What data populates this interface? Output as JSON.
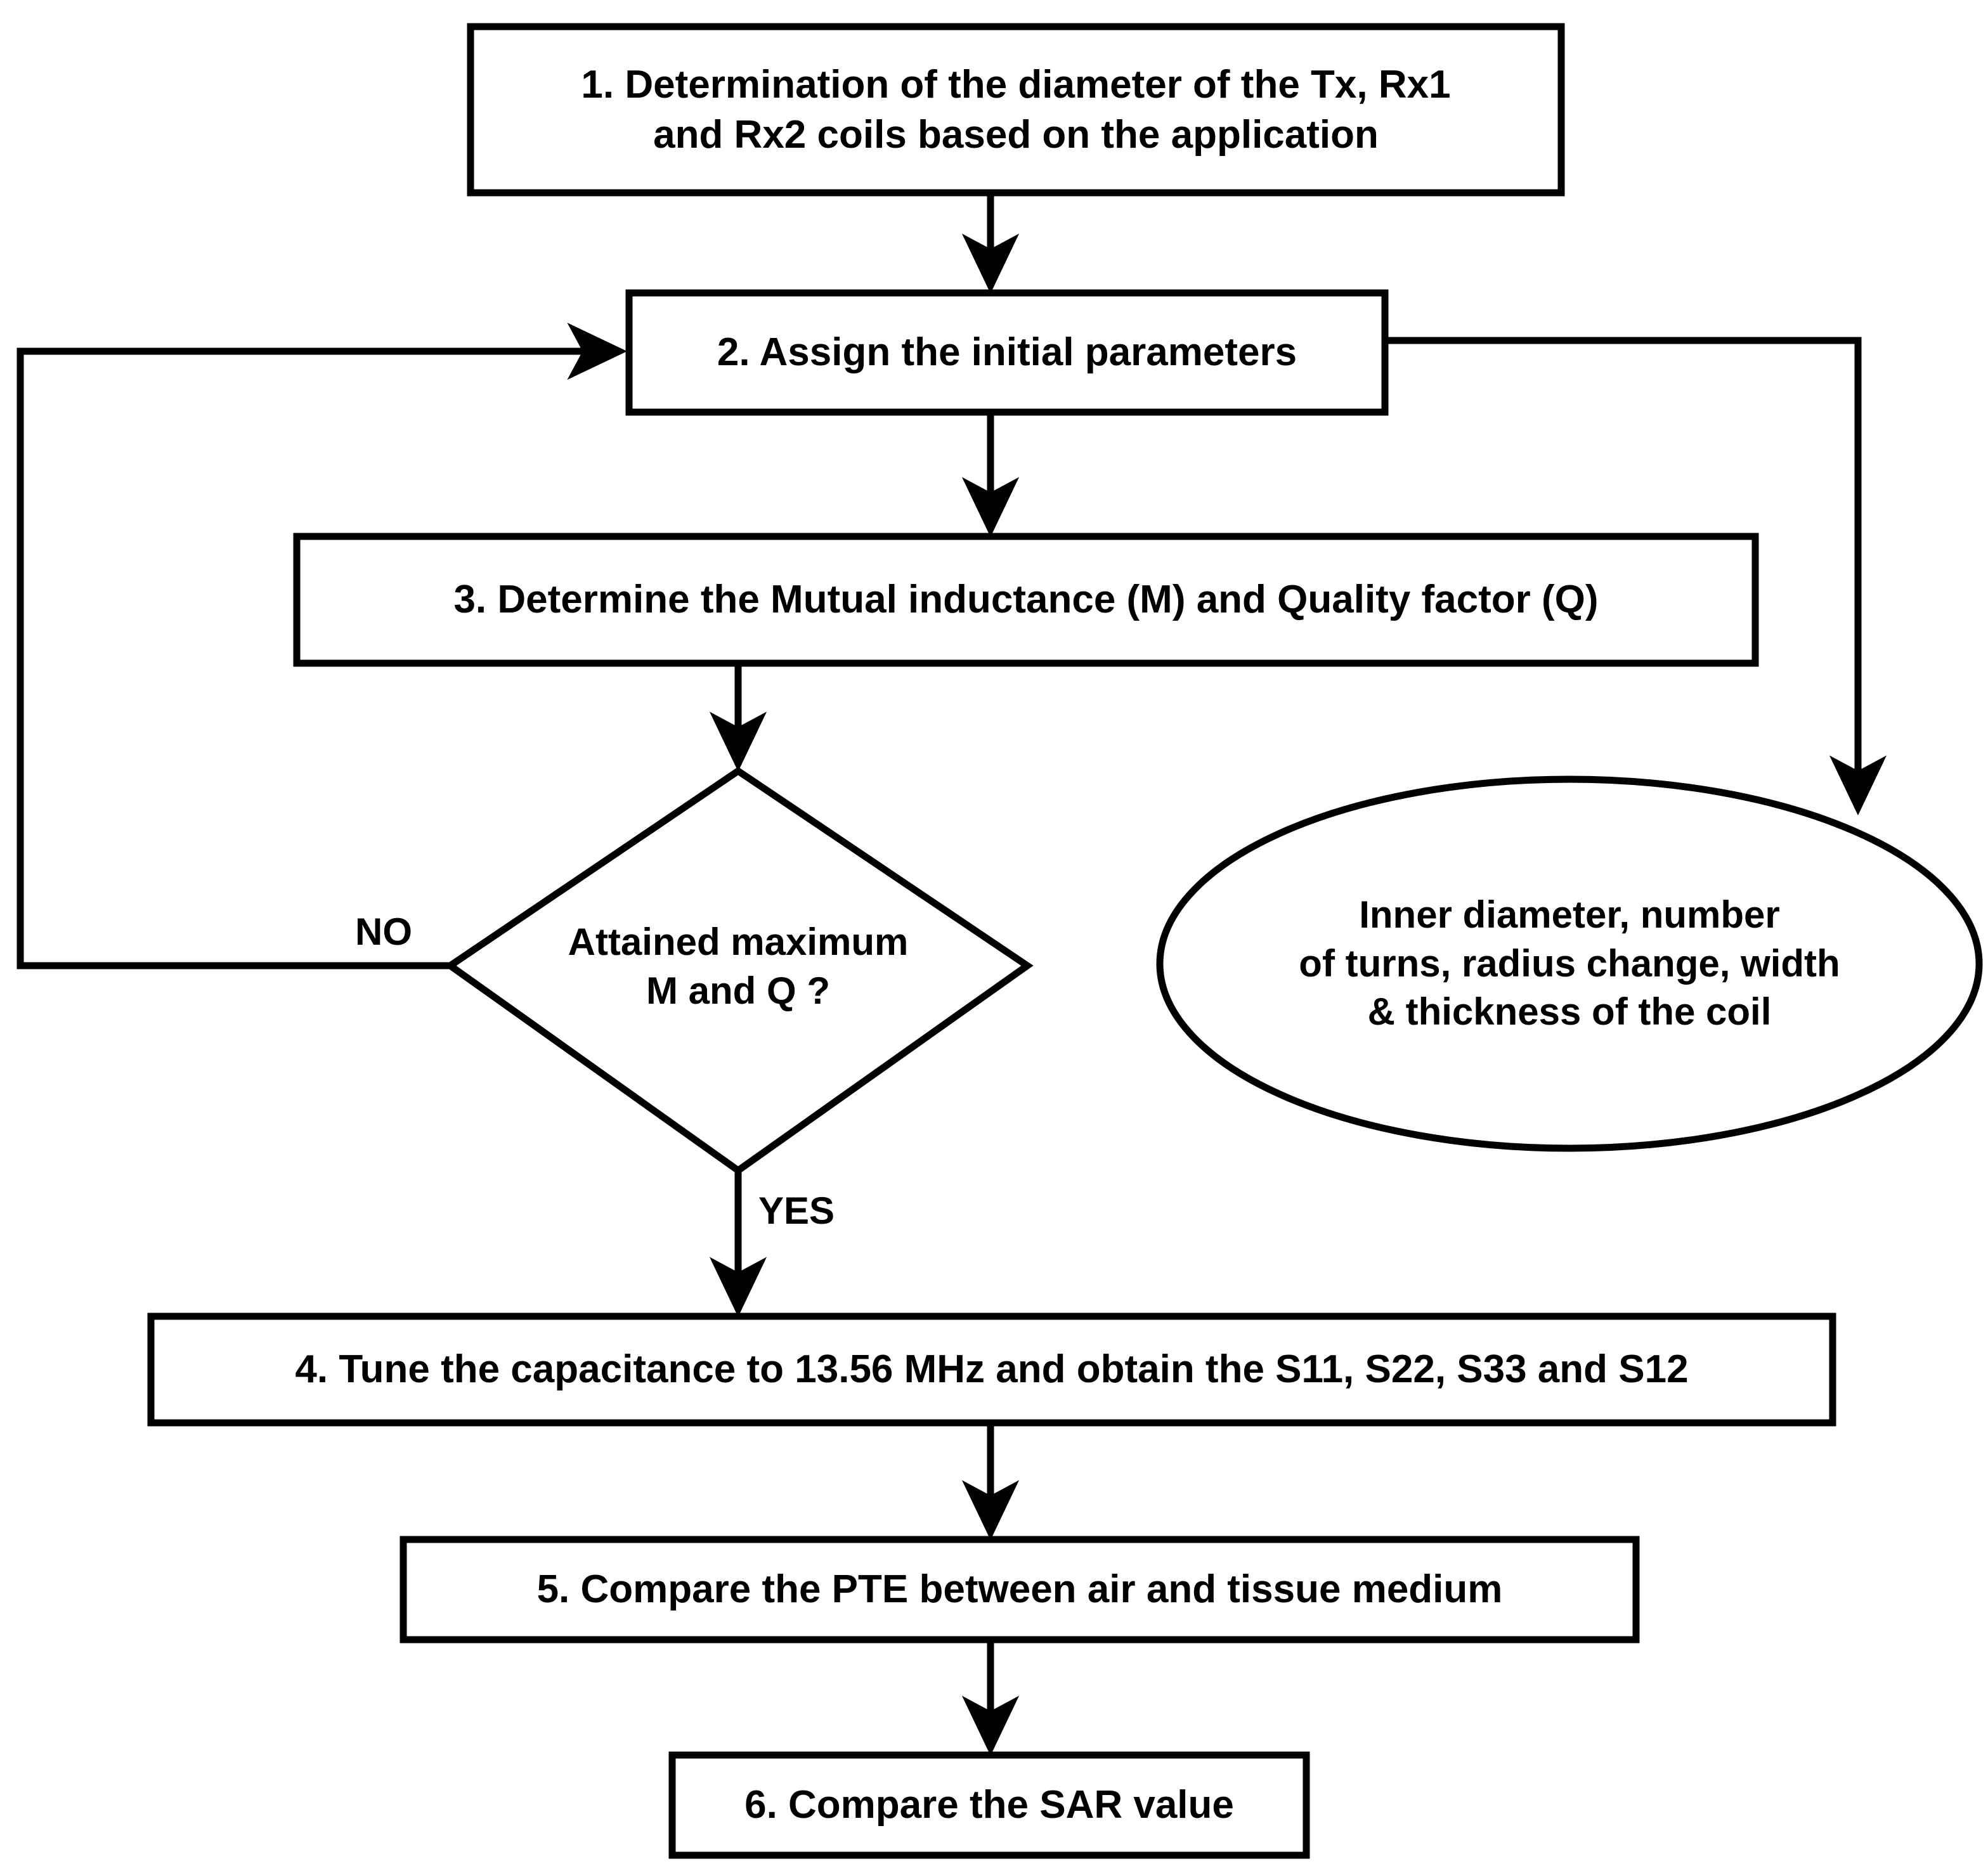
{
  "diagram": {
    "title": "Coil design and optimization flowchart",
    "stroke_color": "#000000",
    "background_color": "#ffffff",
    "nodes": [
      {
        "id": "step1",
        "shape": "rectangle",
        "text": "1. Determination of the diameter of the Tx, Rx1\nand Rx2 coils based on the application"
      },
      {
        "id": "step2",
        "shape": "rectangle",
        "text": "2. Assign the initial parameters"
      },
      {
        "id": "step3",
        "shape": "rectangle",
        "text": "3. Determine the Mutual inductance (M) and Quality factor (Q)"
      },
      {
        "id": "decision",
        "shape": "diamond",
        "text": "Attained maximum\nM and Q ?"
      },
      {
        "id": "parameters",
        "shape": "ellipse",
        "text": "Inner diameter, number\nof turns, radius change, width\n& thickness of the coil"
      },
      {
        "id": "step4",
        "shape": "rectangle",
        "text": "4. Tune the capacitance to 13.56 MHz and obtain the S11, S22, S33 and S12"
      },
      {
        "id": "step5",
        "shape": "rectangle",
        "text": "5. Compare the PTE between air and tissue medium"
      },
      {
        "id": "step6",
        "shape": "rectangle",
        "text": "6. Compare the SAR value"
      }
    ],
    "edge_labels": {
      "no": "NO",
      "yes": "YES"
    }
  }
}
